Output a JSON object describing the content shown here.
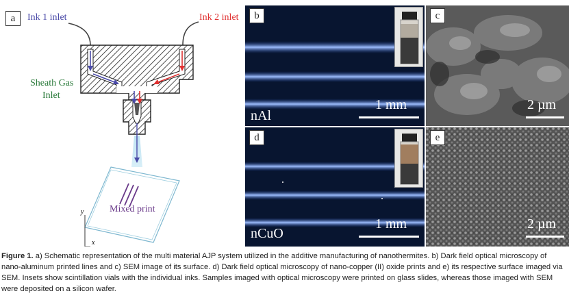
{
  "panel_a": {
    "label": "a",
    "ink1": "Ink 1 inlet",
    "ink2": "Ink 2 inlet",
    "sheath_line1": "Sheath Gas",
    "sheath_line2": "Inlet",
    "mixed": "Mixed print",
    "axis_y": "y",
    "axis_x": "x",
    "colors": {
      "ink1": "#4a4aa8",
      "ink2": "#e03030",
      "sheath": "#2a7a3a",
      "mixed": "#6a3a8a"
    }
  },
  "panel_b": {
    "label": "b",
    "scale": "1 mm",
    "material": "nAl"
  },
  "panel_c": {
    "label": "c",
    "scale": "2 µm"
  },
  "panel_d": {
    "label": "d",
    "scale": "1 mm",
    "material": "nCuO"
  },
  "panel_e": {
    "label": "e",
    "scale": "2 µm"
  },
  "caption": {
    "lead": "Figure 1.",
    "text": " a) Schematic representation of the multi material AJP system utilized in the additive manufacturing of nanothermites. b) Dark field optical microscopy of nano-aluminum printed lines and c) SEM image of its surface. d) Dark field optical microscopy of nano-copper (II) oxide prints and e) its respective surface imaged via SEM. Insets show scintillation vials with the individual inks. Samples imaged with optical microscopy were printed on glass slides, whereas those imaged with SEM were deposited on a silicon wafer."
  }
}
